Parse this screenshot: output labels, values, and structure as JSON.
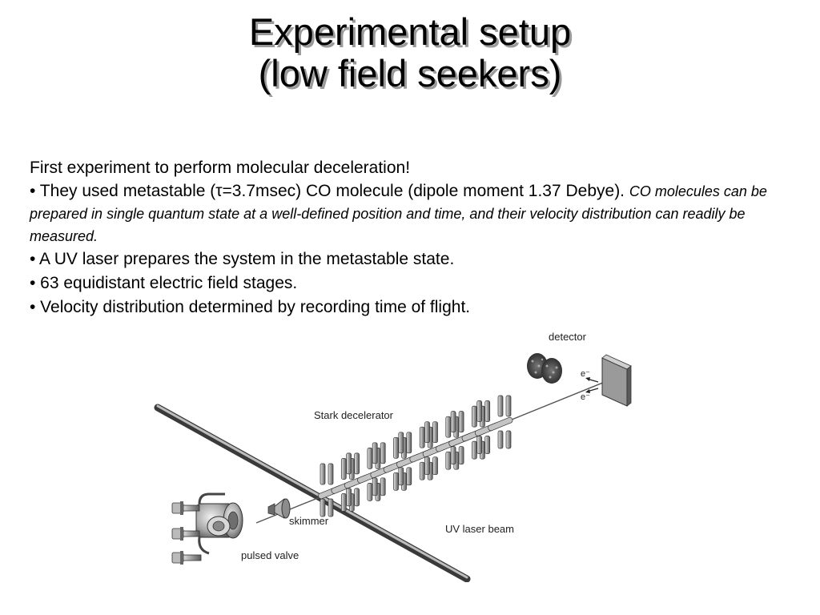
{
  "title": {
    "line1": "Experimental setup",
    "line2": "(low field seekers)"
  },
  "intro": "First experiment to perform molecular deceleration!",
  "bullets": {
    "b1_prefix": "• They used metastable (τ=3.7msec) CO molecule (dipole moment 1.37 Debye). ",
    "b1_italic": "CO molecules can be prepared in single quantum state at a well-defined position and time, and their velocity distribution can readily be measured.",
    "b2": "• A UV laser prepares the system in the metastable state.",
    "b3": "• 63 equidistant electric field stages.",
    "b4": "• Velocity distribution determined by recording time of flight."
  },
  "diagram": {
    "labels": {
      "detector": "detector",
      "electron1": "e⁻",
      "electron2": "e⁻",
      "stark": "Stark decelerator",
      "skimmer": "skimmer",
      "uv_laser": "UV laser beam",
      "pulsed_valve": "pulsed valve"
    }
  }
}
